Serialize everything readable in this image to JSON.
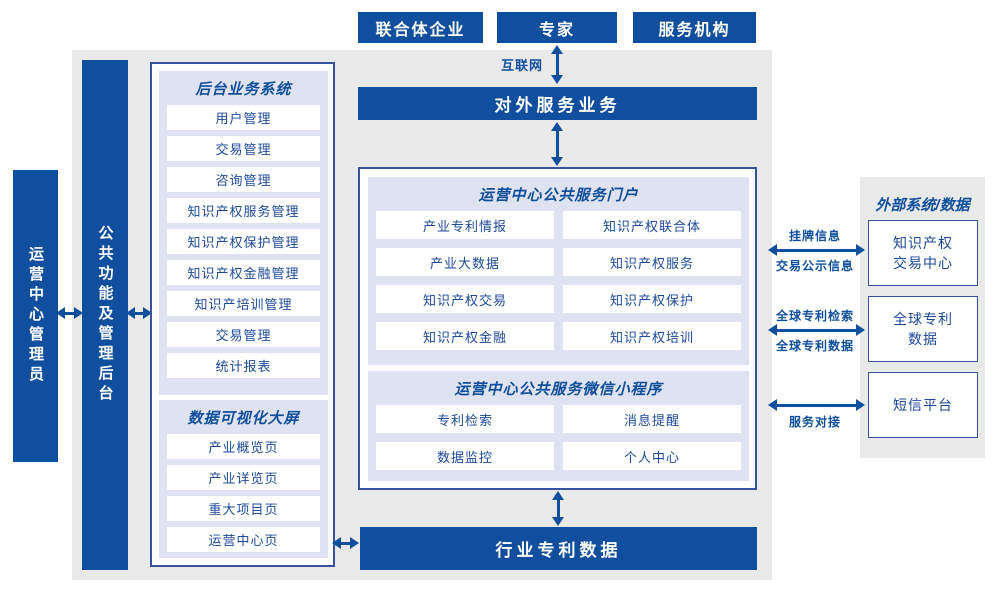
{
  "colors": {
    "navy": "#0f4f9d",
    "box_border": "#37539e",
    "panel_bg": "#dfe2f0",
    "canvas_gray": "#e9e9e9",
    "item_text": "#1c4a9c"
  },
  "top_actors": [
    "联合体企业",
    "专家",
    "服务机构"
  ],
  "connections": {
    "internet": "互联网",
    "listing_top": "挂牌信息",
    "listing_bottom": "交易公示信息",
    "global_search_top": "全球专利检索",
    "global_data_bottom": "全球专利数据",
    "service_link": "服务对接"
  },
  "bars": {
    "external_service": "对外服务业务",
    "industry_patent_data": "行业专利数据"
  },
  "left_rail": {
    "admin": "运营中心管理员",
    "common_backend": "公共功能及管理后台"
  },
  "backend_panel": {
    "title": "后台业务系统",
    "items": [
      "用户管理",
      "交易管理",
      "咨询管理",
      "知识产权服务管理",
      "知识产权保护管理",
      "知识产权金融管理",
      "知识产培训管理",
      "交易管理",
      "统计报表"
    ]
  },
  "dashboard_panel": {
    "title": "数据可视化大屏",
    "items": [
      "产业概览页",
      "产业详览页",
      "重大项目页",
      "运营中心页"
    ]
  },
  "portal_panel": {
    "title": "运营中心公共服务门户",
    "items": [
      "产业专利情报",
      "知识产权联合体",
      "产业大数据",
      "知识产权服务",
      "知识产权交易",
      "知识产权保护",
      "知识产权金融",
      "知识产权培训"
    ]
  },
  "miniapp_panel": {
    "title": "运营中心公共服务微信小程序",
    "items": [
      "专利检索",
      "消息提醒",
      "数据监控",
      "个人中心"
    ]
  },
  "external_panel": {
    "title": "外部系统/数据",
    "boxes": [
      "知识产权\n交易中心",
      "全球专利\n数据",
      "短信平台"
    ]
  }
}
